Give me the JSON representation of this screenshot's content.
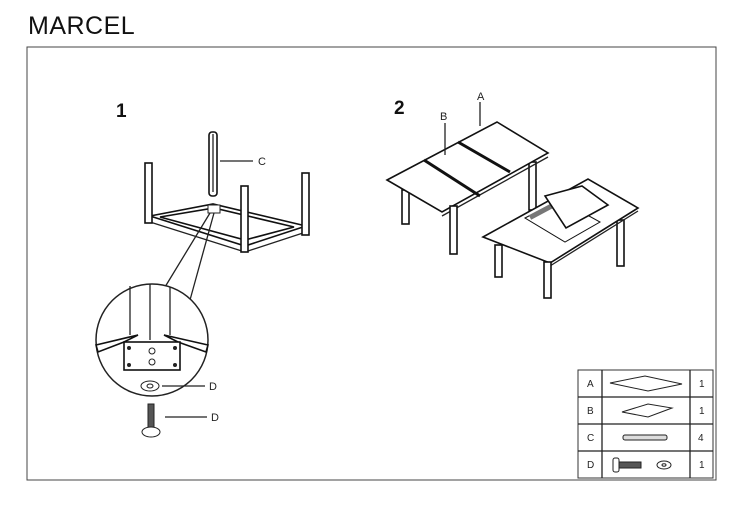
{
  "title": "MARCEL",
  "steps": [
    {
      "number": "1",
      "labels": {
        "leg": "C",
        "washer": "D",
        "bolt": "D"
      }
    },
    {
      "number": "2",
      "labels": {
        "top": "A",
        "insert": "B"
      }
    }
  ],
  "parts": [
    {
      "letter": "A",
      "icon": "table-top-icon",
      "qty": "1"
    },
    {
      "letter": "B",
      "icon": "extension-leaf-icon",
      "qty": "1"
    },
    {
      "letter": "C",
      "icon": "leg-icon",
      "qty": "4"
    },
    {
      "letter": "D",
      "icon": "bolt-washer-icon",
      "qty": "1"
    }
  ]
}
